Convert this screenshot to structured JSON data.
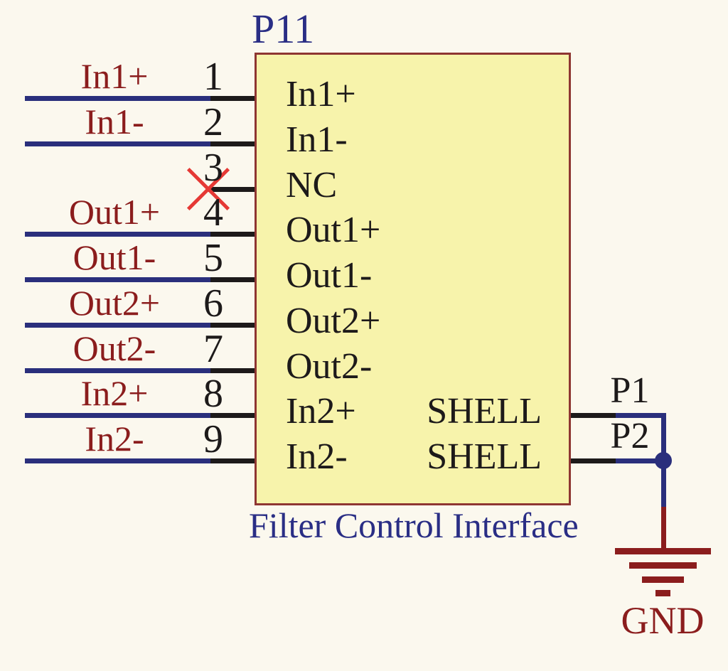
{
  "diagram_title": "Filter Control Interface",
  "component": {
    "designator": "P11",
    "left_pins": [
      {
        "number": "1",
        "name": "In1+",
        "net_label": "In1+",
        "no_connect": false
      },
      {
        "number": "2",
        "name": "In1-",
        "net_label": "In1-",
        "no_connect": false
      },
      {
        "number": "3",
        "name": "NC",
        "net_label": "",
        "no_connect": true
      },
      {
        "number": "4",
        "name": "Out1+",
        "net_label": "Out1+",
        "no_connect": false
      },
      {
        "number": "5",
        "name": "Out1-",
        "net_label": "Out1-",
        "no_connect": false
      },
      {
        "number": "6",
        "name": "Out2+",
        "net_label": "Out2+",
        "no_connect": false
      },
      {
        "number": "7",
        "name": "Out2-",
        "net_label": "Out2-",
        "no_connect": false
      },
      {
        "number": "8",
        "name": "In2+",
        "net_label": "In2+",
        "no_connect": false
      },
      {
        "number": "9",
        "name": "In2-",
        "net_label": "In2-",
        "no_connect": false
      }
    ],
    "right_pins": [
      {
        "number": "P1",
        "name": "SHELL"
      },
      {
        "number": "P2",
        "name": "SHELL"
      }
    ]
  },
  "ground_label": "GND",
  "colors": {
    "background": "#fbf8ee",
    "body_fill": "#f7f3ab",
    "body_border": "#8e3632",
    "wire": "#2a2f7c",
    "pin_black": "#1d1a1a",
    "net_label": "#8b1d1d",
    "designator": "#2a2e85",
    "no_connect": "#e53935",
    "ground": "#8b1d1d"
  }
}
